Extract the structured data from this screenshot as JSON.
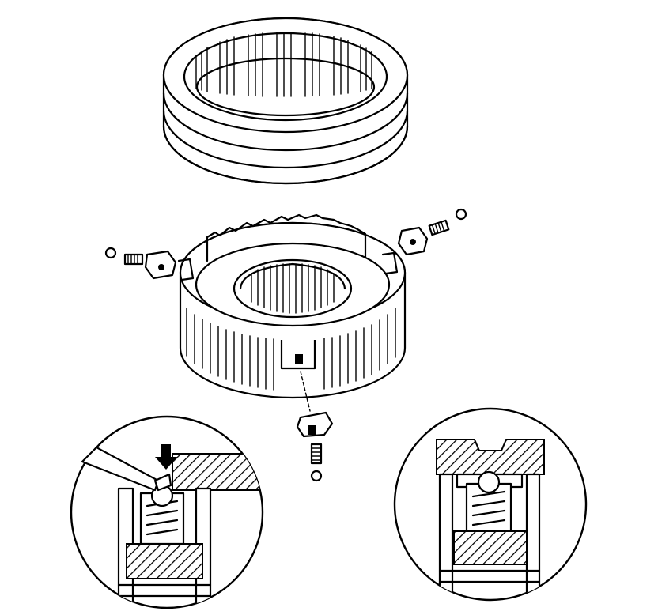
{
  "figure": {
    "background": "#ffffff",
    "line_color": "#000000",
    "parts": [
      "synchronizer-sleeve",
      "synchronizer-hub",
      "strut-key",
      "detent-spring",
      "detent-ball"
    ],
    "detail_views": [
      "removal-detail",
      "installed-detail"
    ],
    "icons": {
      "direction": "arrow-down-icon",
      "tool": "screwdriver-icon"
    }
  }
}
